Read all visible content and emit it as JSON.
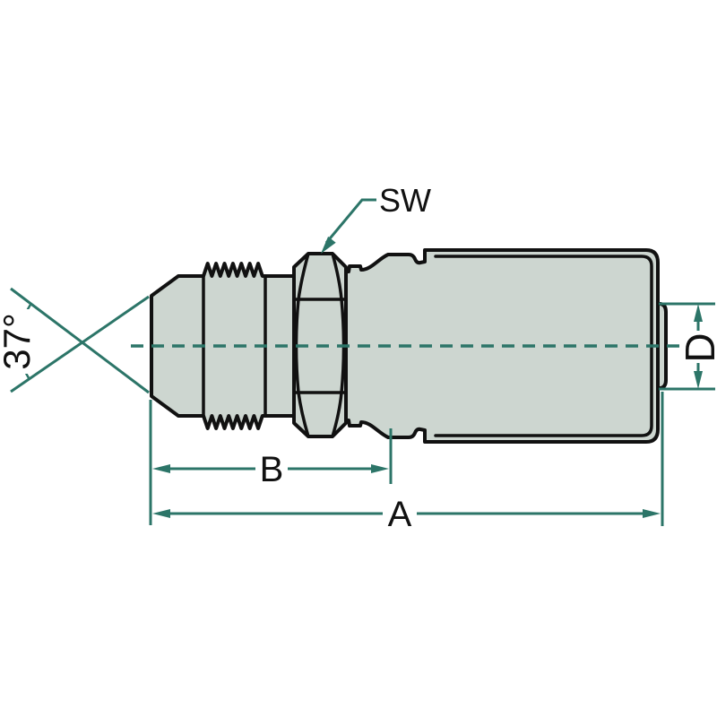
{
  "diagram": {
    "kind": "technical-drawing",
    "labels": {
      "angle": "37°",
      "wrench_size": "SW",
      "length_b": "B",
      "length_a": "A",
      "diameter": "D"
    },
    "colors": {
      "annotation": "#2c7568",
      "outline": "#111111",
      "fill": "#cdd6d0",
      "background": "#ffffff"
    }
  }
}
